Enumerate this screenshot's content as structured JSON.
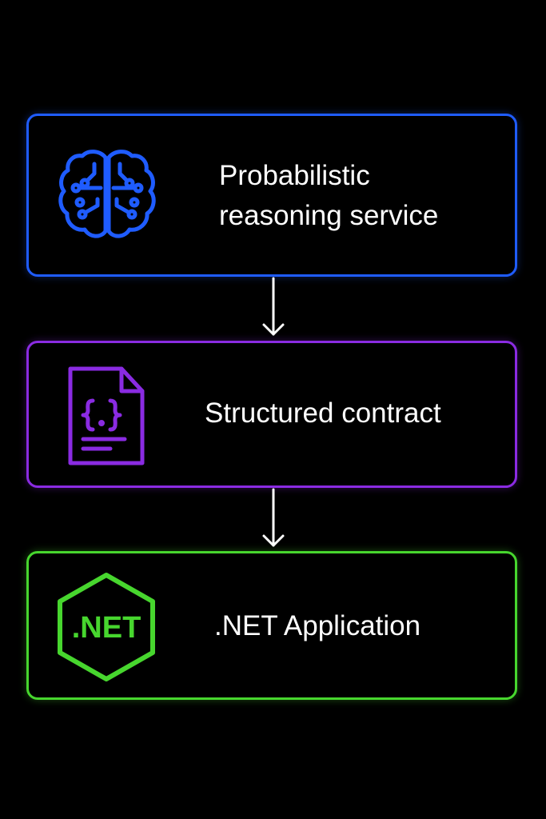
{
  "nodes": [
    {
      "id": "reasoning",
      "label_lines": [
        "Probabilistic",
        "reasoning service"
      ],
      "icon": "brain-circuit-icon",
      "color": "#1f5cff"
    },
    {
      "id": "contract",
      "label": "Structured contract",
      "icon": "json-document-icon",
      "color": "#8a2be2"
    },
    {
      "id": "dotnet",
      "label": ".NET Application",
      "icon": "dotnet-hexagon-icon",
      "icon_text": ".NET",
      "color": "#47d62e"
    }
  ],
  "edges": [
    {
      "from": "reasoning",
      "to": "contract",
      "color": "#ffffff"
    },
    {
      "from": "contract",
      "to": "dotnet",
      "color": "#ffffff"
    }
  ]
}
